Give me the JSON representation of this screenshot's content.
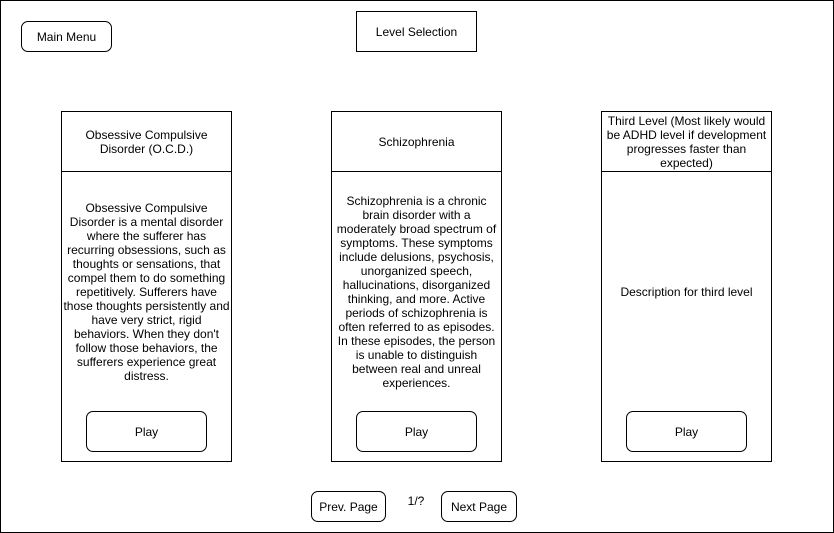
{
  "header": {
    "main_menu_label": "Main Menu",
    "title": "Level Selection"
  },
  "levels": [
    {
      "title": "Obsessive Compulsive Disorder (O.C.D.)",
      "description": "Obsessive Compulsive Disorder is a mental disorder where the sufferer has recurring obsessions, such as thoughts or sensations, that compel them to do something repetitively. Sufferers have those thoughts persistently and have very strict, rigid behaviors. When they don't follow those behaviors, the sufferers experience great distress.",
      "play_label": "Play"
    },
    {
      "title": "Schizophrenia",
      "description": "Schizophrenia is a chronic brain disorder with a moderately broad spectrum of symptoms. These symptoms include delusions, psychosis, unorganized speech, hallucinations, disorganized thinking, and more. Active periods of schizophrenia is often referred to as episodes. In these episodes, the person is unable to distinguish between real and unreal experiences.",
      "play_label": "Play"
    },
    {
      "title": "Third Level (Most likely would be ADHD level if development progresses faster than expected)",
      "description": "Description for third level",
      "play_label": "Play"
    }
  ],
  "pagination": {
    "prev_label": "Prev. Page",
    "indicator": "1/?",
    "next_label": "Next Page"
  }
}
